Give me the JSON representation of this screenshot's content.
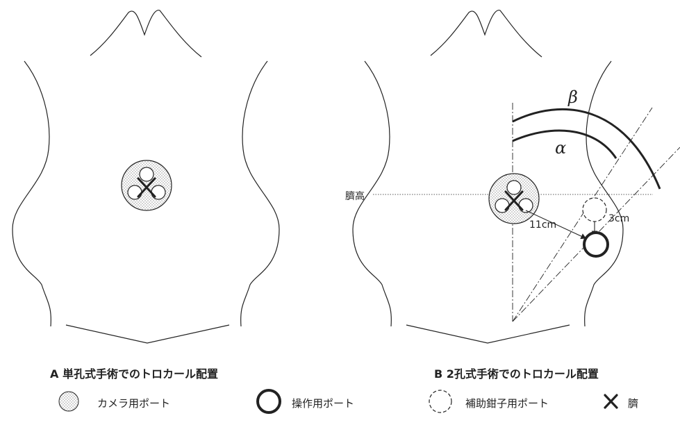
{
  "labels": {
    "umbilical_level": "臍高",
    "distance_camera_to_port": "11cm",
    "distance_assist_to_port": "3cm",
    "angle_alpha": "α",
    "angle_beta": "β"
  },
  "captions": {
    "panel_a": "A 単孔式手術でのトロカール配置",
    "panel_b": "B 2孔式手術でのトロカール配置"
  },
  "legend": {
    "camera_port": "カメラ用ポート",
    "operating_port": "操作用ポート",
    "assist_port": "補助鉗子用ポート",
    "umbilicus": "臍"
  },
  "colors": {
    "line": "#222222",
    "stipple": "#b0b0b0",
    "background": "#ffffff"
  }
}
